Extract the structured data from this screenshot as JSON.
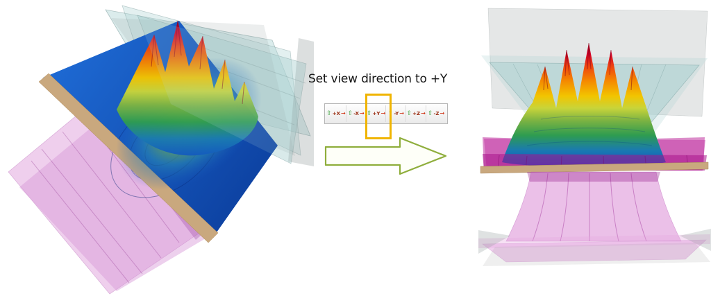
{
  "annotation": {
    "instruction": "Set view direction to +Y"
  },
  "toolbar": {
    "buttons": [
      {
        "id": "plus-x",
        "label": "+X",
        "highlighted": false
      },
      {
        "id": "minus-x",
        "label": "-X",
        "highlighted": false
      },
      {
        "id": "plus-y",
        "label": "+Y",
        "highlighted": true
      },
      {
        "id": "minus-y",
        "label": "-Y",
        "highlighted": false
      },
      {
        "id": "plus-z",
        "label": "+Z",
        "highlighted": false
      },
      {
        "id": "minus-z",
        "label": "-Z",
        "highlighted": false
      }
    ]
  },
  "icons": {
    "axis_up_arrow": "⇧",
    "axis_right_arrow": "→"
  },
  "colors": {
    "highlight": "#f0b400",
    "transition_arrow_outline": "#8fae3c",
    "plane_blue": "#1356c0",
    "plane_tan": "#c9a87e",
    "slice_teal": "#b8d8d8",
    "slice_pink": "#dfa8dc",
    "slice_magenta": "#c8289c",
    "surface_colormap": [
      "#a80020",
      "#ee4410",
      "#f2c400",
      "#c8d43a",
      "#2e9c50",
      "#1356c0"
    ]
  }
}
